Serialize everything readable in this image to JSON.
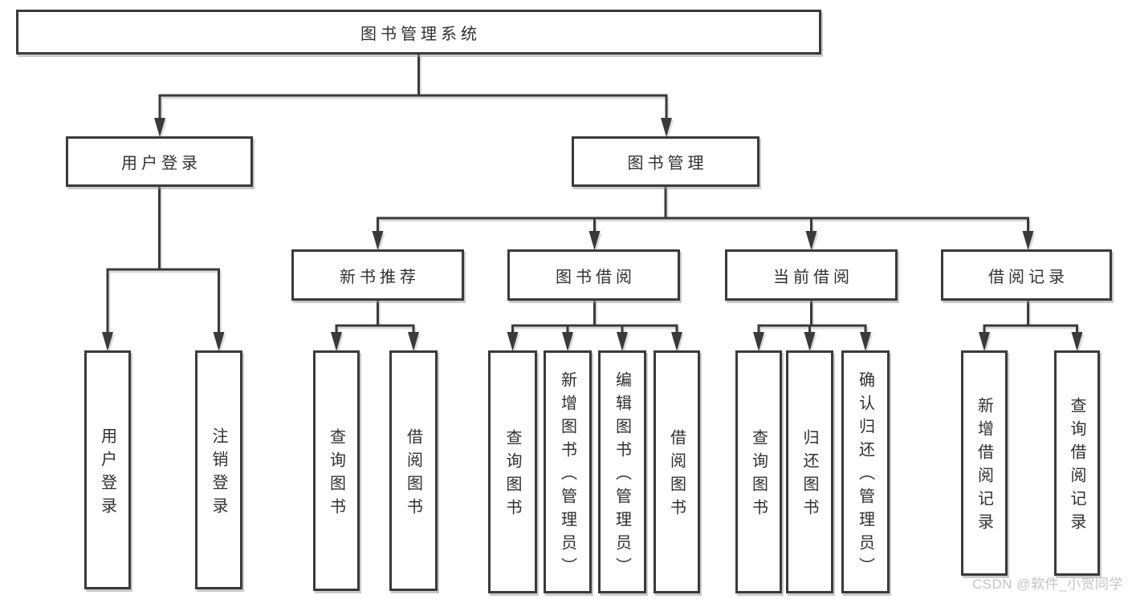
{
  "root": "图书管理系统",
  "level2": {
    "login": "用户登录",
    "management": "图书管理"
  },
  "login_leaves": [
    "用户登录",
    "注销登录"
  ],
  "groups": [
    {
      "label": "新书推荐",
      "leaves": [
        "查询图书",
        "借阅图书"
      ]
    },
    {
      "label": "图书借阅",
      "leaves": [
        "查询图书",
        "新增图书（管理员）",
        "编辑图书（管理员）",
        "借阅图书"
      ]
    },
    {
      "label": "当前借阅",
      "leaves": [
        "查询图书",
        "归还图书",
        "确认归还（管理员）"
      ]
    },
    {
      "label": "借阅记录",
      "leaves": [
        "新增借阅记录",
        "查询借阅记录"
      ]
    }
  ],
  "watermark": "CSDN @软件_小贺同学",
  "colors": {
    "line": "#3a3a3a",
    "text": "#303030",
    "watermark": "#c4c4c4",
    "background": "#ffffff"
  }
}
